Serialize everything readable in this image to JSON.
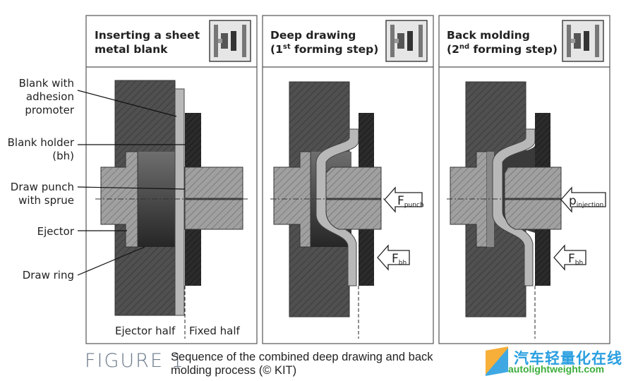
{
  "panels": [
    {
      "title_line1": "Inserting a sheet",
      "title_line2": "metal blank",
      "icon": "press-machine-icon"
    },
    {
      "title_line1": "Deep drawing",
      "title_line2_pre": "(1",
      "title_line2_sup": "st",
      "title_line2_post": " forming step)",
      "icon": "press-machine-icon"
    },
    {
      "title_line1": "Back molding",
      "title_line2_pre": "(2",
      "title_line2_sup": "nd",
      "title_line2_post": " forming step)",
      "icon": "press-machine-icon"
    }
  ],
  "labels": {
    "blank_1": "Blank with",
    "blank_2": "adhesion",
    "blank_3": "promoter",
    "holder_1": "Blank holder",
    "holder_2": "(bh)",
    "punch_1": "Draw punch",
    "punch_2": "with sprue",
    "ejector": "Ejector",
    "ring": "Draw ring",
    "ejector_half": "Ejector half",
    "fixed_half": "Fixed half"
  },
  "forces": {
    "f_main": "F",
    "f_punch_sub": "punch",
    "f_bh": "F",
    "f_bh_sub": "bh",
    "p_main": "p",
    "p_injection_sub": "injection"
  },
  "caption": {
    "figure": "FIGURE 1",
    "text": "Sequence of the combined deep drawing and back molding process (© KIT)"
  },
  "watermark": {
    "cn": "汽车轻量化在线",
    "en": "autolightweight.com"
  },
  "colors": {
    "dark_hatch": "#4a4a4a",
    "light_hatch": "#9a9a9a",
    "holder": "#2b2b2b",
    "border": "#555555"
  }
}
